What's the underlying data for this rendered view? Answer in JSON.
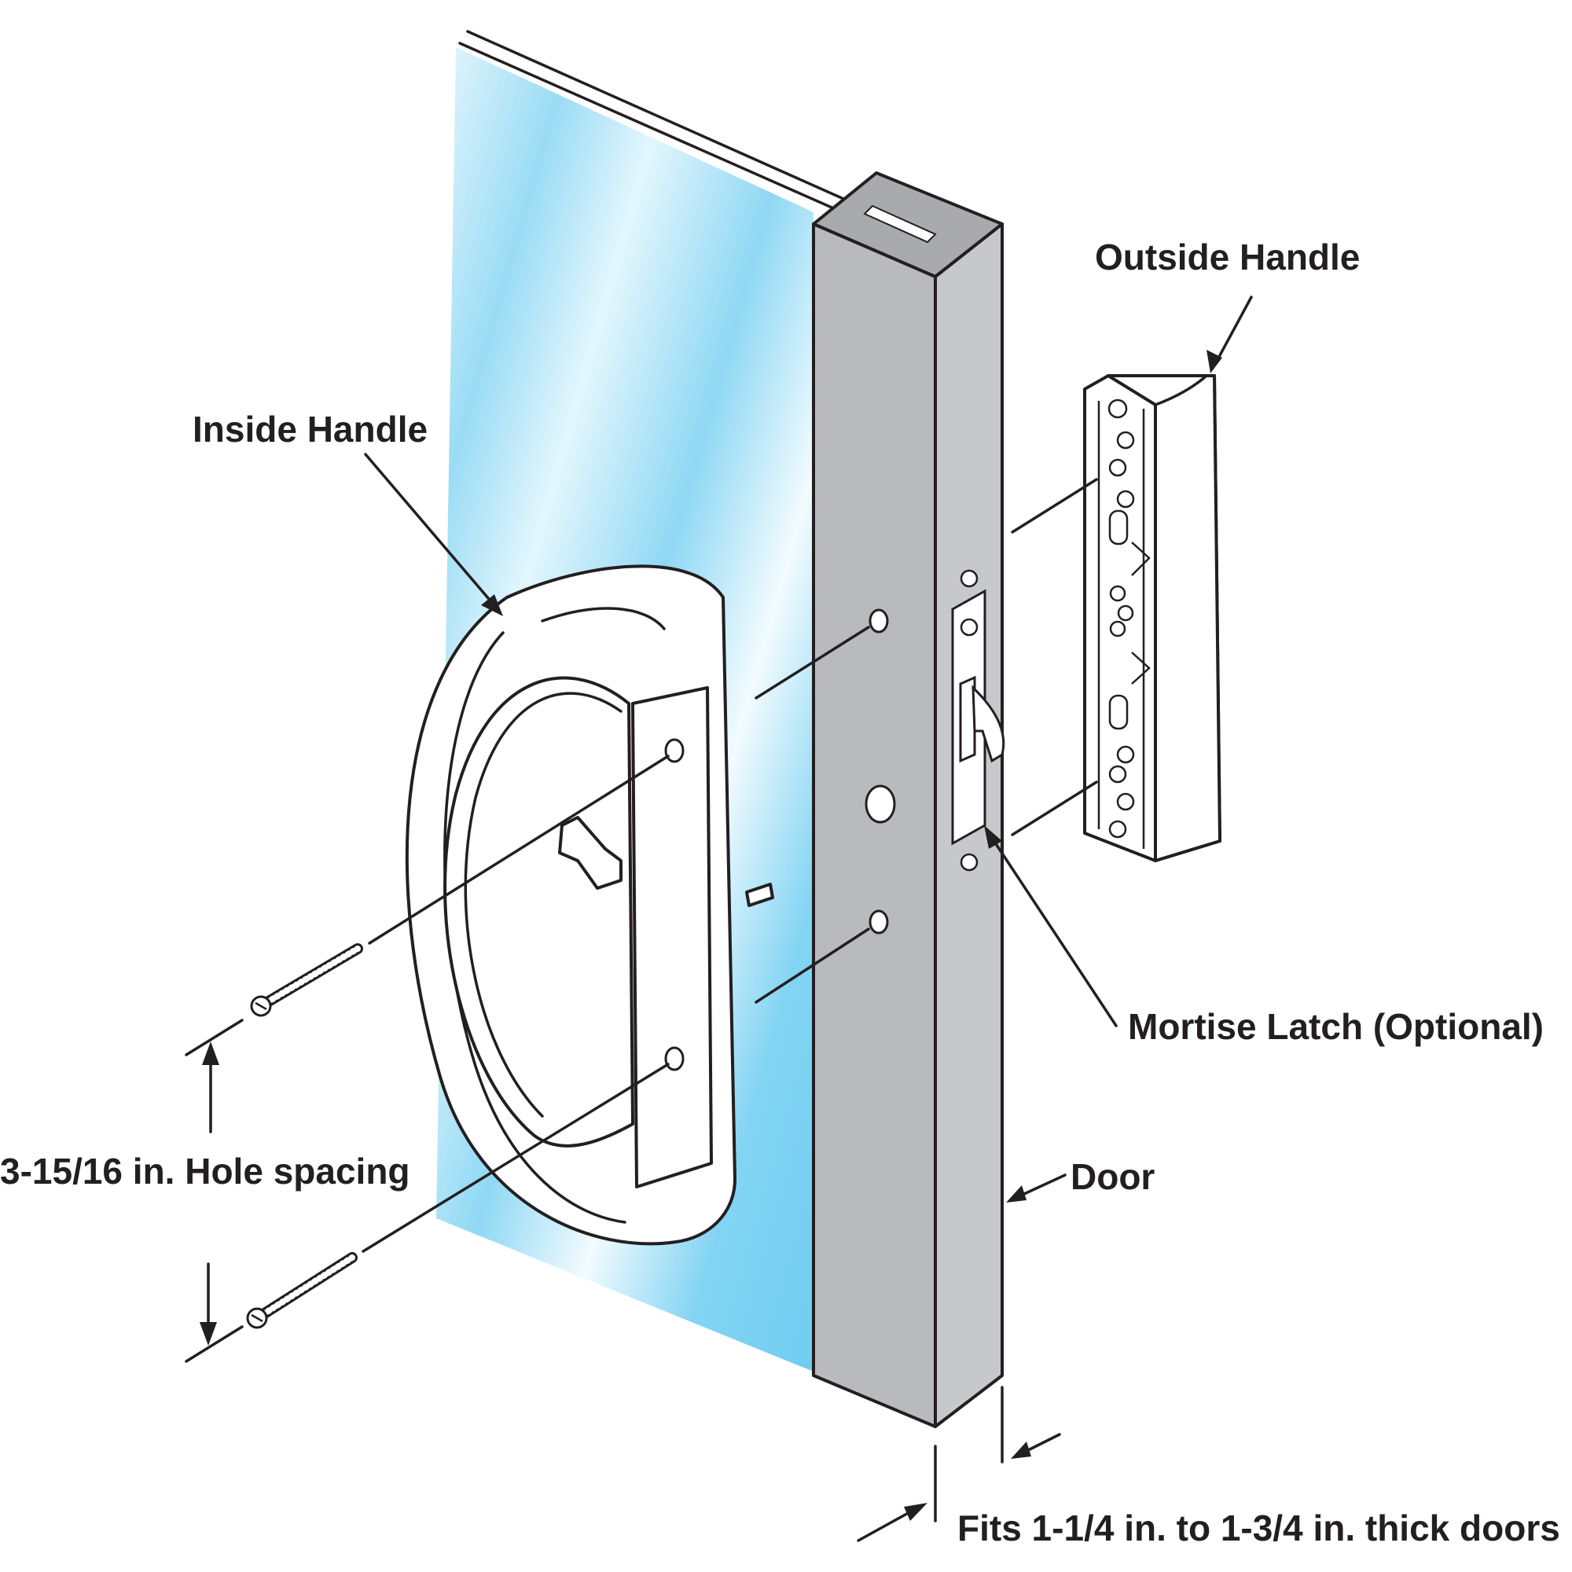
{
  "labels": {
    "outside_handle": "Outside Handle",
    "inside_handle": "Inside Handle",
    "mortise_latch": "Mortise Latch (Optional)",
    "hole_spacing": "3-15/16 in. Hole spacing",
    "door": "Door",
    "thickness": "Fits 1-1/4 in. to 1-3/4 in. thick doors"
  },
  "colors": {
    "glass_light": "#e8f7fd",
    "glass_blue": "#7dd3f3",
    "door_front": "#b9babd",
    "door_side": "#c7c8cb",
    "door_top": "#a9aaad",
    "ink": "#231f20"
  }
}
